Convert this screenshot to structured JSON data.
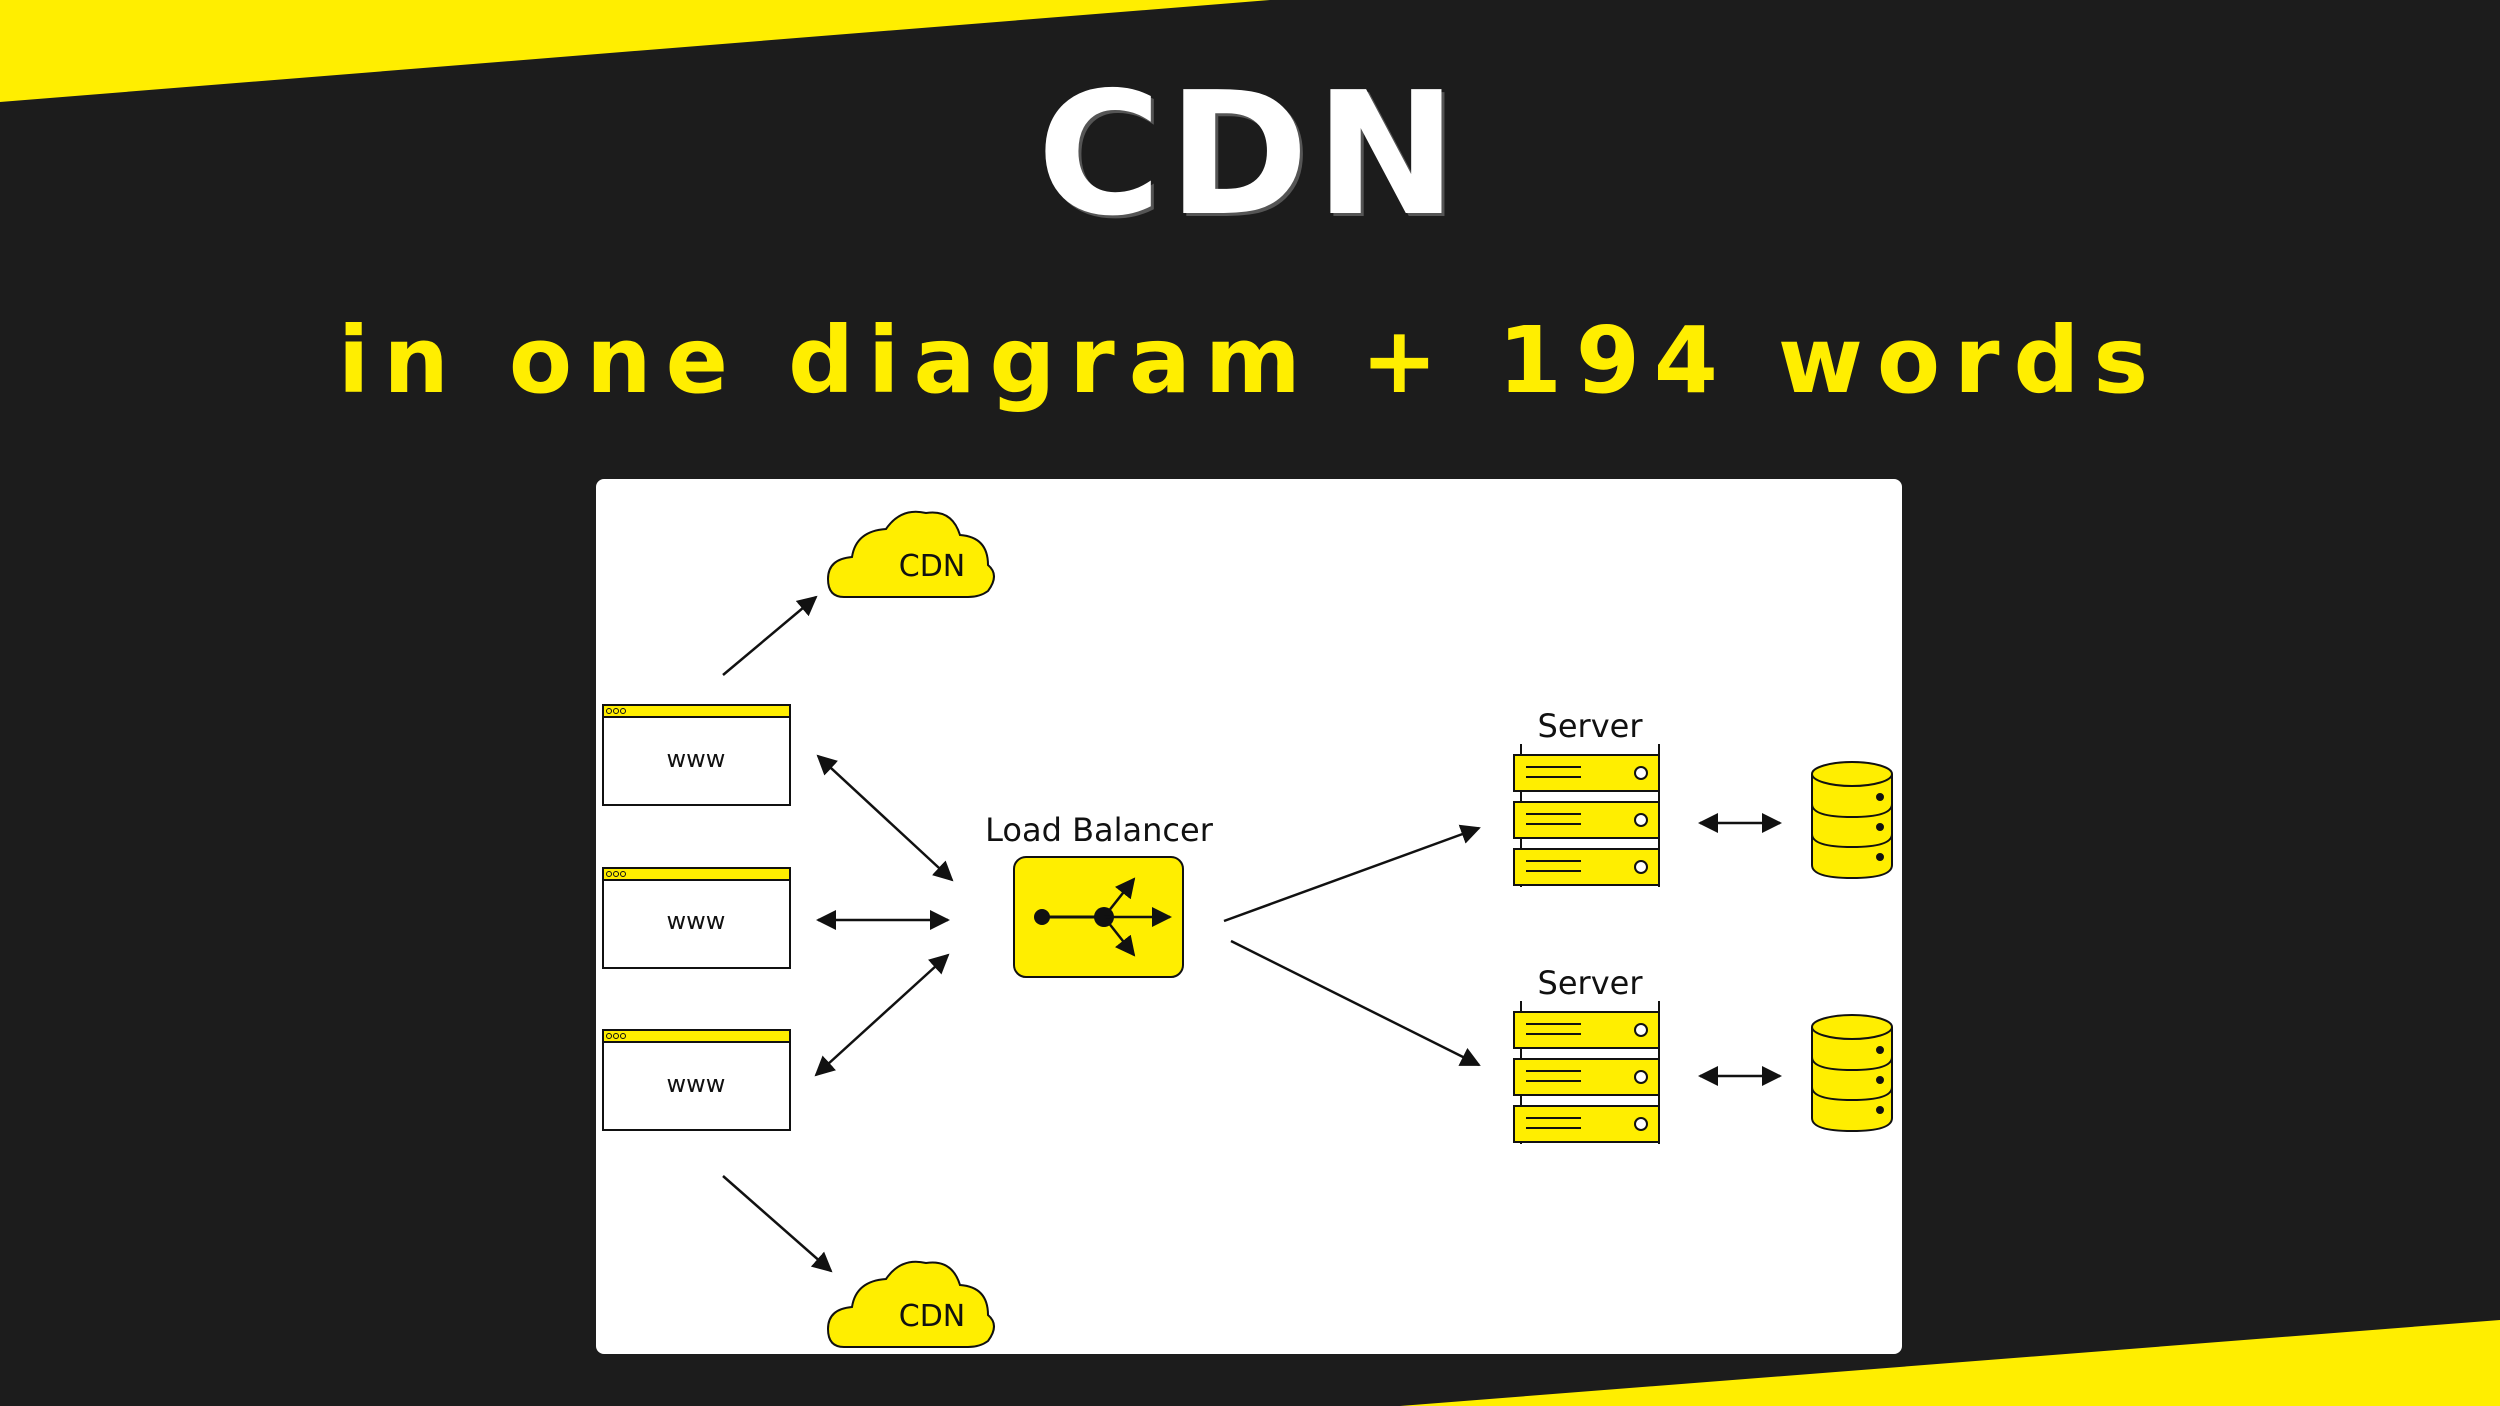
{
  "title": "CDN",
  "subtitle": "in one diagram + 194 words",
  "colors": {
    "background": "#1c1c1c",
    "accent": "#ffee00",
    "panel": "#ffffff"
  },
  "diagram": {
    "cdn_label": "CDN",
    "browser_label": "www",
    "load_balancer_label": "Load Balancer",
    "server_label": "Server"
  }
}
